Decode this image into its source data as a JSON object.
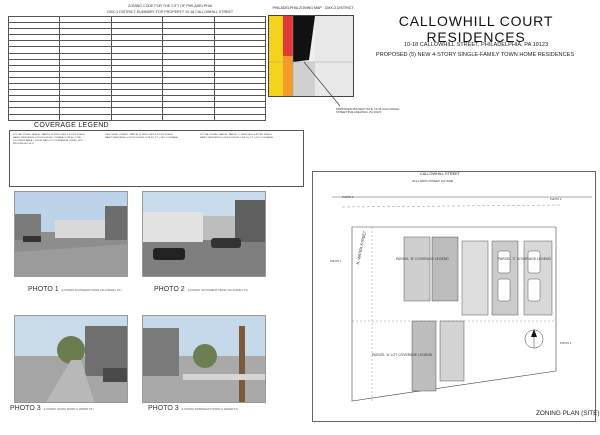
{
  "header": {
    "title": "CALLOWHILL COURT RESIDENCES",
    "address": "10-18 CALLOWHILL STREET, PHILADELPHIA, PA 19123",
    "proposal": "PROPOSED (5) NEW 4-STORY SINGLE-FAMILY TOWN HOME RESIDENCES"
  },
  "zoning": {
    "heading1": "ZONING CODE FOR THE CITY OF PHILADELPHIA",
    "heading2": "CMX-3 DISTRICT SUMMARY FOR PROPERTY 10-18 CALLOWHILL STREET",
    "map_label": "PHILADELPHIA ZONING MAP",
    "district": "CMX-3 DISTRICT",
    "project_note": "PROPOSED PROJECT SITE: 10-18 CALLOWHILL STREET PHILADELPHIA, PA 19123"
  },
  "legend": {
    "title": "COVERAGE LEGEND",
    "col1": "1ST CALLOWHILL PARCEL: PARCEL 'B' PROPOSED 4-STORY SINGLE FAMILY RESIDENCE w/ ROOF HOUSE LOT AREA: 5,478 SF. TOTAL FOOTPRINT AREA: 1,534 SF. MAX LOT COVERAGE ALLOWED: 80% BLDG HEIGHT: 50'-0\"",
    "col2": "CALLOWHILL STREET - PARCEL 'B' PROPOSED 4-STORY SINGLE FAMILY RESIDENCE w/ ROOF HOUSE 1,078 SQ. FT. = 58% COVERAGE",
    "col3": "1ST CALLOWHILL PARCEL: PARCEL 'C' PROPOSED 4-STORY SINGLE FAMILY RESIDENCE w/ ROOF HOUSE 1,326 SQ. FT. = 62% COVERAGE"
  },
  "photos": {
    "p1": "PHOTO 1",
    "p1_desc": "(LOOKING SOUTHEAST FROM CALLOWHILL ST.)",
    "p2": "PHOTO 2",
    "p2_desc": "(LOOKING SOUTHWEST FROM CALLOWHILL ST.)",
    "p3": "PHOTO 3",
    "p3_desc": "(LOOKING SOUTH DOWN N. WATER ST.)",
    "p4": "PHOTO 3",
    "p4_desc": "(LOOKING NORTHEAST DOWN N. WATER ST.)"
  },
  "site": {
    "street": "CALLOWHILL STREET",
    "street_sub": "(FULL WIDTH STREET) 100' WIDE",
    "water_st": "N. WATER STREET",
    "parcel_b_legend": "PARCEL 'B' COVERAGE LEGEND",
    "parcel_c_legend": "PARCEL 'C' COVERAGE LEGEND",
    "parcel_a_legend": "PARCEL 'A' LOT COVERAGE LEGEND",
    "plan_label": "ZONING PLAN (SITE)",
    "photo1": "PHOTO 1",
    "photo2": "PHOTO 2",
    "photo3": "PHOTO 3",
    "photo4": "PHOTO 4"
  }
}
